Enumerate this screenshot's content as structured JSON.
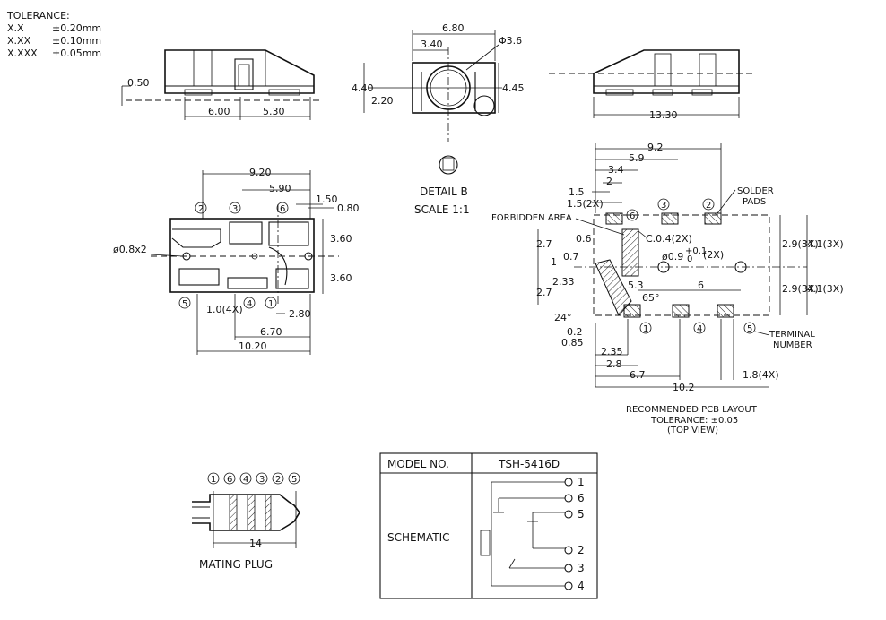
{
  "tolerance": {
    "title": "TOLERANCE:",
    "rows": [
      {
        "fmt": "X.X",
        "val": "±0.20mm"
      },
      {
        "fmt": "X.XX",
        "val": "±0.10mm"
      },
      {
        "fmt": "X.XXX",
        "val": "±0.05mm"
      }
    ]
  },
  "side_view": {
    "d_050": "0.50",
    "d_600": "6.00",
    "d_530": "5.30"
  },
  "front_view": {
    "d_680": "6.80",
    "d_340": "3.40",
    "d_phi36": "Φ3.6",
    "d_440": "4.40",
    "d_220": "2.20",
    "d_445": "4.45"
  },
  "detail_b": {
    "title": "DETAIL B",
    "scale": "SCALE 1:1"
  },
  "right_view": {
    "d_1330": "13.30"
  },
  "top_view": {
    "d_920": "9.20",
    "d_590": "5.90",
    "d_150": "1.50",
    "d_080": "0.80",
    "d_360a": "3.60",
    "d_360b": "3.60",
    "d_hole": "ø0.8x2",
    "d_104x": "1.0(4X)",
    "d_280": "2.80",
    "d_670": "6.70",
    "d_1020": "10.20",
    "terminals": [
      "2",
      "3",
      "6",
      "5",
      "4",
      "1"
    ]
  },
  "pcb": {
    "d_92": "9.2",
    "d_59": "5.9",
    "d_34": "3.4",
    "d_2": "2",
    "d_15": "1.5",
    "d_152x": "1.5(2X)",
    "solder_pads": "SOLDER",
    "solder_pads2": "PADS",
    "forbidden": "FORBIDDEN AREA",
    "c04": "C.0.4(2X)",
    "hole": "ø0.9",
    "hole_tol_hi": "+0.1",
    "hole_tol_lo": "0",
    "hole_2x": "(2X)",
    "d_27a": "2.7",
    "d_27b": "2.7",
    "d_1": "1",
    "d_07": "0.7",
    "d_06": "0.6",
    "d_233": "2.33",
    "d_53": "5.3",
    "d_6": "6",
    "d_65": "65°",
    "d_24": "24°",
    "d_29a": "2.9(3X)",
    "d_41a": "4.1(3X)",
    "d_29b": "2.9(3X)",
    "d_41b": "4.1(3X)",
    "d_02": "0.2",
    "d_085": "0.85",
    "d_235": "2.35",
    "d_28": "2.8",
    "d_67": "6.7",
    "d_184x": "1.8(4X)",
    "d_102": "10.2",
    "terminal": "TERMINAL",
    "number": "NUMBER",
    "terminals": [
      "6",
      "3",
      "2",
      "1",
      "4",
      "5"
    ],
    "caption1": "RECOMMENDED PCB LAYOUT",
    "caption2": "TOLERANCE: ±0.05",
    "caption3": "(TOP VIEW)"
  },
  "plug": {
    "order": [
      "1",
      "6",
      "4",
      "3",
      "2",
      "5"
    ],
    "length": "14",
    "title": "MATING PLUG"
  },
  "model_table": {
    "h1": "MODEL NO.",
    "h2": "TSH-5416D",
    "row": "SCHEMATIC",
    "pins": [
      "1",
      "6",
      "5",
      "2",
      "3",
      "4"
    ]
  }
}
